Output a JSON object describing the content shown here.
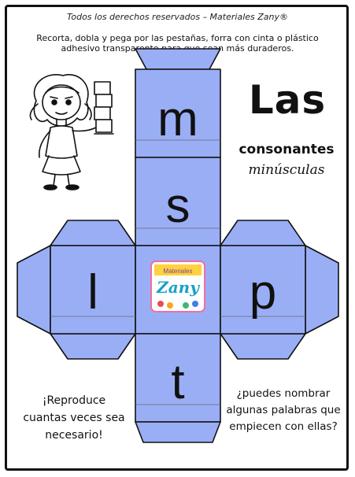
{
  "header": {
    "copyright": "Todos los derechos reservados – Materiales Zany®",
    "instructions": "Recorta, dobla y pega por las pestañas, forra con cinta o plástico adhesivo transparente para que sean más duraderos."
  },
  "title": {
    "main": "Las",
    "line1": "consonantes",
    "line2": "minúsculas"
  },
  "cube": {
    "faces": {
      "top": "m",
      "upper": "s",
      "left": "l",
      "center_logo": "Zany",
      "center_logo_small": "Materiales",
      "right": "p",
      "bottom": "t"
    },
    "face_color": "#9aaef5",
    "line_color": "#111111"
  },
  "footer": {
    "left_text": "¡Reproduce cuantas veces sea necesario!",
    "right_text": "¿puedes nombrar algunas palabras que empiecen con ellas?"
  }
}
